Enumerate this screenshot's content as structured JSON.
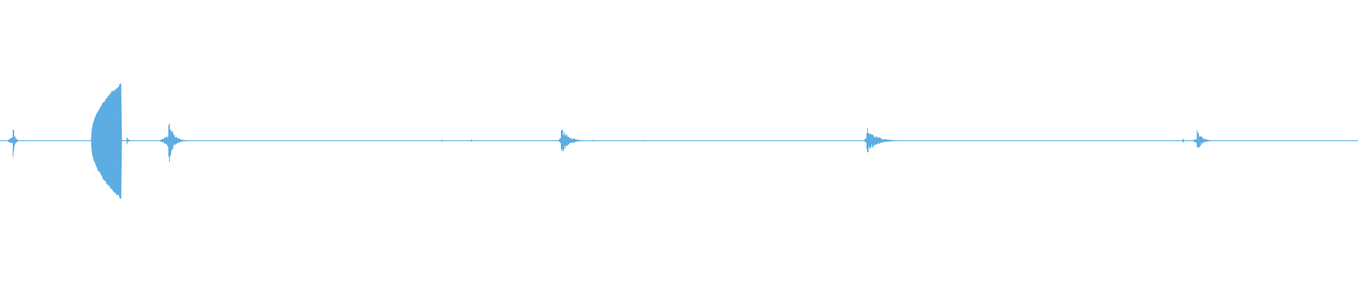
{
  "waveform": {
    "color": "#5dade2",
    "duration_fraction_range": [
      0,
      1
    ],
    "baseline_level": 0,
    "bursts": [
      {
        "name": "transient-1",
        "start": 0.005,
        "peak": 0.0095,
        "end": 0.014,
        "amplitude": 0.28,
        "decay": "fast"
      },
      {
        "name": "loud-burst",
        "start": 0.067,
        "peak": 0.089,
        "end": 0.091,
        "amplitude": 0.92,
        "decay": "swell"
      },
      {
        "name": "burst-tail",
        "start": 0.091,
        "peak": 0.093,
        "end": 0.098,
        "amplitude": 0.06,
        "decay": "fast"
      },
      {
        "name": "transient-2",
        "start": 0.117,
        "peak": 0.124,
        "end": 0.137,
        "amplitude": 0.4,
        "decay": "fast"
      },
      {
        "name": "blip-1",
        "start": 0.323,
        "peak": 0.325,
        "end": 0.328,
        "amplitude": 0.02,
        "decay": "fast"
      },
      {
        "name": "blip-2",
        "start": 0.345,
        "peak": 0.347,
        "end": 0.351,
        "amplitude": 0.02,
        "decay": "fast"
      },
      {
        "name": "transient-3",
        "start": 0.411,
        "peak": 0.413,
        "end": 0.432,
        "amplitude": 0.24,
        "decay": "fast"
      },
      {
        "name": "blip-3",
        "start": 0.434,
        "peak": 0.436,
        "end": 0.438,
        "amplitude": 0.02,
        "decay": "fast"
      },
      {
        "name": "blip-4",
        "start": 0.472,
        "peak": 0.474,
        "end": 0.476,
        "amplitude": 0.015,
        "decay": "fast"
      },
      {
        "name": "transient-4",
        "start": 0.636,
        "peak": 0.638,
        "end": 0.664,
        "amplitude": 0.22,
        "decay": "fast"
      },
      {
        "name": "blip-5",
        "start": 0.868,
        "peak": 0.871,
        "end": 0.874,
        "amplitude": 0.04,
        "decay": "fast"
      },
      {
        "name": "transient-5",
        "start": 0.878,
        "peak": 0.881,
        "end": 0.895,
        "amplitude": 0.18,
        "decay": "fast"
      }
    ],
    "noise_floor": 0.006,
    "end_flatline_from": 0.955
  }
}
